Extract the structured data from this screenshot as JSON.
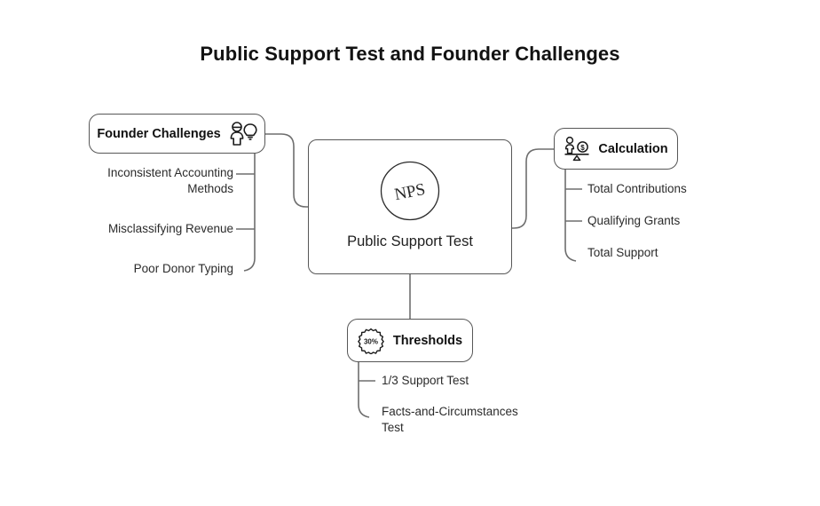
{
  "page": {
    "title": "Public Support Test and Founder Challenges",
    "background_color": "#ffffff",
    "line_color": "#6e6e6e",
    "text_color": "#1a1a1a"
  },
  "central": {
    "label": "Public Support Test",
    "badge_text": "NPS",
    "icon": "nps-circle-icon"
  },
  "branches": {
    "founder": {
      "label": "Founder Challenges",
      "icon": "person-lightbulb-icon",
      "items": [
        {
          "label": "Inconsistent Accounting Methods"
        },
        {
          "label": "Misclassifying Revenue"
        },
        {
          "label": "Poor Donor Typing"
        }
      ]
    },
    "calculation": {
      "label": "Calculation",
      "icon": "balance-scale-icon",
      "items": [
        {
          "label": "Total Contributions"
        },
        {
          "label": "Qualifying Grants"
        },
        {
          "label": "Total Support"
        }
      ]
    },
    "thresholds": {
      "label": "Thresholds",
      "icon": "percent-badge-icon",
      "badge_text": "30%",
      "items": [
        {
          "label": "1/3 Support Test"
        },
        {
          "label": "Facts-and-Circumstances Test"
        }
      ]
    }
  }
}
